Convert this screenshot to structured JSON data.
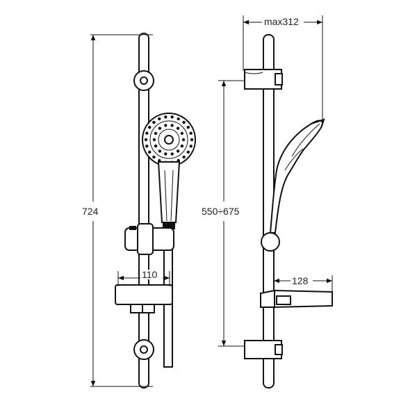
{
  "dimensions": {
    "total_height": "724",
    "holder_offset": "110",
    "max_width": "max312",
    "slide_range": "550÷675",
    "shelf_depth": "128"
  },
  "colors": {
    "line": "#111111",
    "background": "#ffffff"
  }
}
